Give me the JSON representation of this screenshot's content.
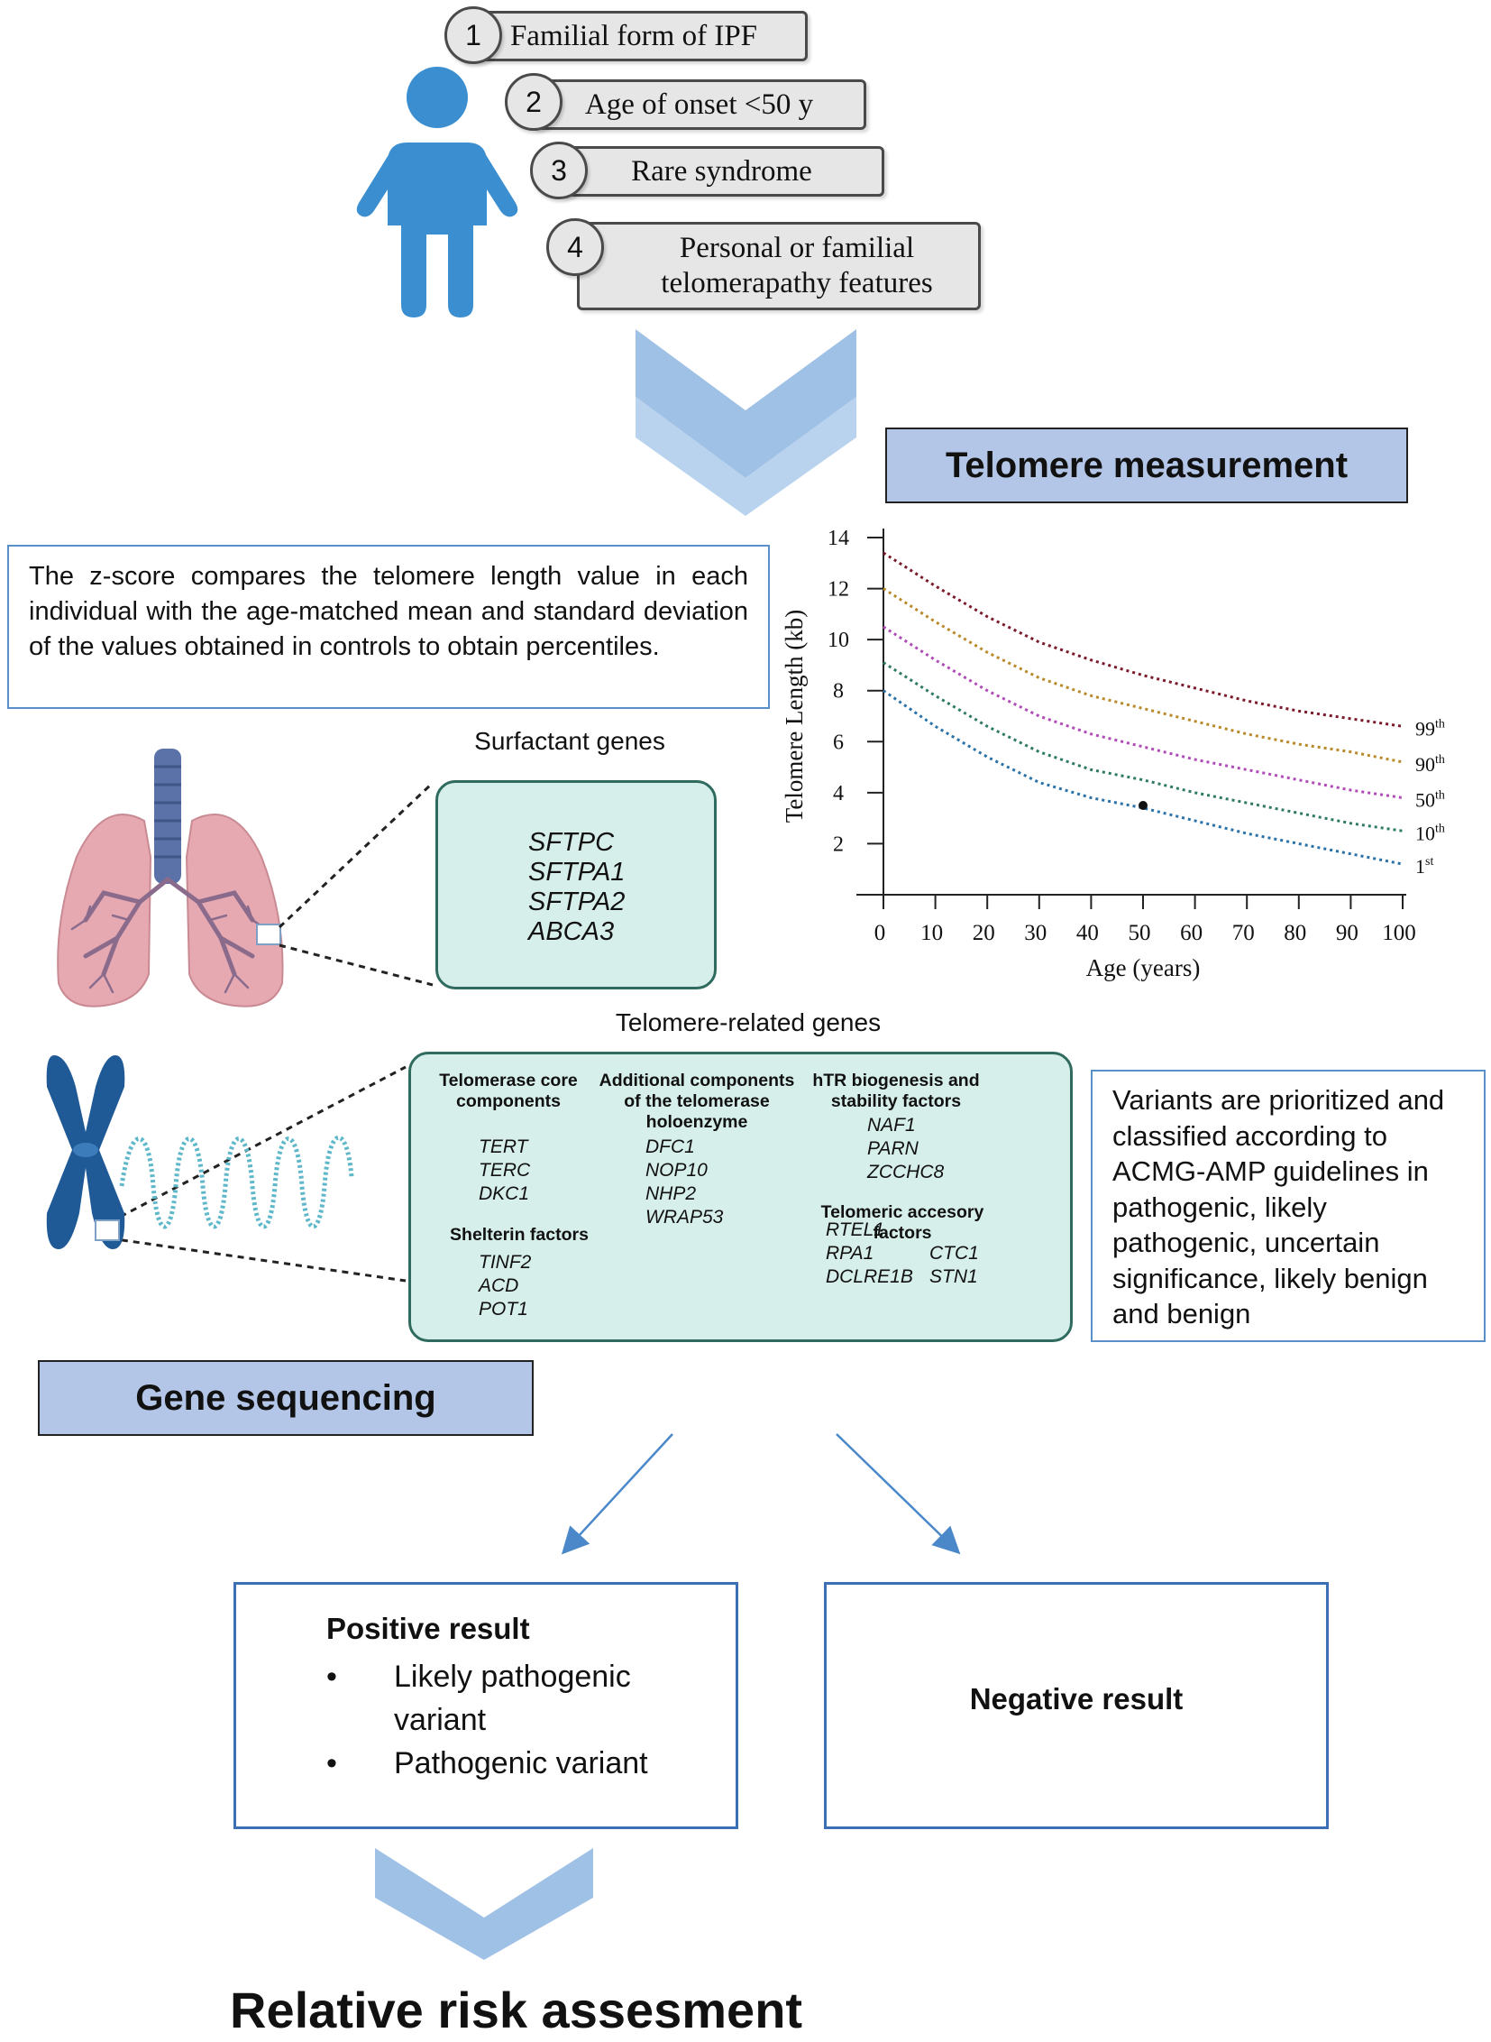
{
  "criteria": [
    {
      "num": "1",
      "label": "Familial form of IPF"
    },
    {
      "num": "2",
      "label": "Age of onset <50 y"
    },
    {
      "num": "3",
      "label": "Rare syndrome"
    },
    {
      "num": "4",
      "label": "Personal or familial telomerapathy features"
    }
  ],
  "telomere_title": "Telomere measurement",
  "zscore_text": "The z-score compares the telomere length value in each individual with the age-matched mean and standard deviation of the values obtained in controls to obtain percentiles.",
  "surfactant": {
    "title": "Surfactant genes",
    "genes": [
      "SFTPC",
      "SFTPA1",
      "SFTPA2",
      "ABCA3"
    ]
  },
  "telomere_genes": {
    "title": "Telomere-related genes",
    "groups": [
      {
        "heading": "Telomerase core components",
        "genes": [
          "TERT",
          "TERC",
          "DKC1"
        ]
      },
      {
        "heading": "Additional components of the telomerase holoenzyme",
        "genes": [
          "DFC1",
          "NOP10",
          "NHP2",
          "WRAP53"
        ]
      },
      {
        "heading": "hTR biogenesis and stability factors",
        "genes": [
          "NAF1",
          "PARN",
          "ZCCHC8"
        ]
      },
      {
        "heading": "Shelterin factors",
        "genes": [
          "TINF2",
          "ACD",
          "POT1"
        ]
      },
      {
        "heading": "Telomeric accesory factors",
        "genes": [
          "RTEL1",
          "RPA1",
          "DCLRE1B",
          "CTC1",
          "STN1"
        ]
      }
    ]
  },
  "variants_text": "Variants are prioritized and classified according to ACMG-AMP guidelines in pathogenic, likely pathogenic, uncertain significance, likely benign and benign",
  "gene_seq_title": "Gene sequencing",
  "positive": {
    "title": "Positive result",
    "items": [
      "Likely pathogenic variant",
      "Pathogenic variant"
    ]
  },
  "negative": {
    "title": "Negative result"
  },
  "final_title": "Relative risk assesment",
  "colors": {
    "accent_box": "#b4c6e7",
    "gene_box": "#d7efea",
    "arrow": "#9fc1e6",
    "person": "#3b8fd0"
  },
  "chart_data": {
    "type": "line",
    "xlabel": "Age (years)",
    "ylabel": "Telomere Length (kb)",
    "xlim": [
      0,
      100
    ],
    "ylim": [
      0,
      14
    ],
    "xticks": [
      0,
      10,
      20,
      30,
      40,
      50,
      60,
      70,
      80,
      90,
      100
    ],
    "yticks": [
      2,
      4,
      6,
      8,
      10,
      12,
      14
    ],
    "x": [
      0,
      10,
      20,
      30,
      40,
      50,
      60,
      70,
      80,
      90,
      100
    ],
    "series": [
      {
        "name": "99",
        "sup": "th",
        "color": "#7a1a2a",
        "values": [
          13.4,
          12.1,
          10.9,
          9.9,
          9.2,
          8.6,
          8.1,
          7.6,
          7.2,
          6.9,
          6.6
        ]
      },
      {
        "name": "90",
        "sup": "th",
        "color": "#b88a2a",
        "values": [
          12.0,
          10.7,
          9.5,
          8.5,
          7.8,
          7.3,
          6.8,
          6.3,
          5.9,
          5.6,
          5.2
        ]
      },
      {
        "name": "50",
        "sup": "th",
        "color": "#b04cb7",
        "values": [
          10.5,
          9.2,
          8.0,
          7.0,
          6.3,
          5.8,
          5.3,
          4.9,
          4.5,
          4.1,
          3.8
        ]
      },
      {
        "name": "10",
        "sup": "th",
        "color": "#2f7a66",
        "values": [
          9.1,
          7.8,
          6.6,
          5.6,
          4.9,
          4.5,
          4.0,
          3.6,
          3.2,
          2.8,
          2.5
        ]
      },
      {
        "name": "1",
        "sup": "st",
        "color": "#2a72a8",
        "values": [
          8.0,
          6.6,
          5.4,
          4.4,
          3.8,
          3.4,
          2.9,
          2.4,
          2.0,
          1.6,
          1.2
        ]
      }
    ],
    "marker": {
      "x": 50,
      "y": 3.5
    }
  }
}
